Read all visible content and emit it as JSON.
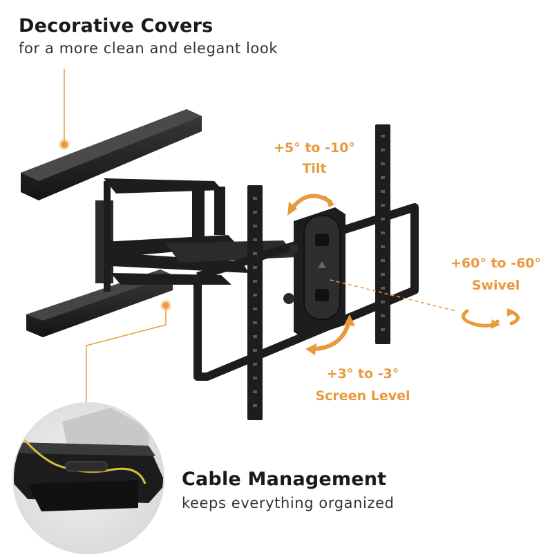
{
  "colors": {
    "accent": "#e89a3c",
    "mount": "#1d1d1d",
    "text": "#1a1a1a"
  },
  "decorative": {
    "title": "Decorative Covers",
    "subtitle": "for a more clean and elegant look"
  },
  "tilt": {
    "range": "+5° to -10°",
    "label": "Tilt"
  },
  "swivel": {
    "range": "+60° to -60°",
    "label": "Swivel"
  },
  "level": {
    "range": "+3° to -3°",
    "label": "Screen Level"
  },
  "cable": {
    "title": "Cable Management",
    "subtitle": "keeps everything organized"
  }
}
